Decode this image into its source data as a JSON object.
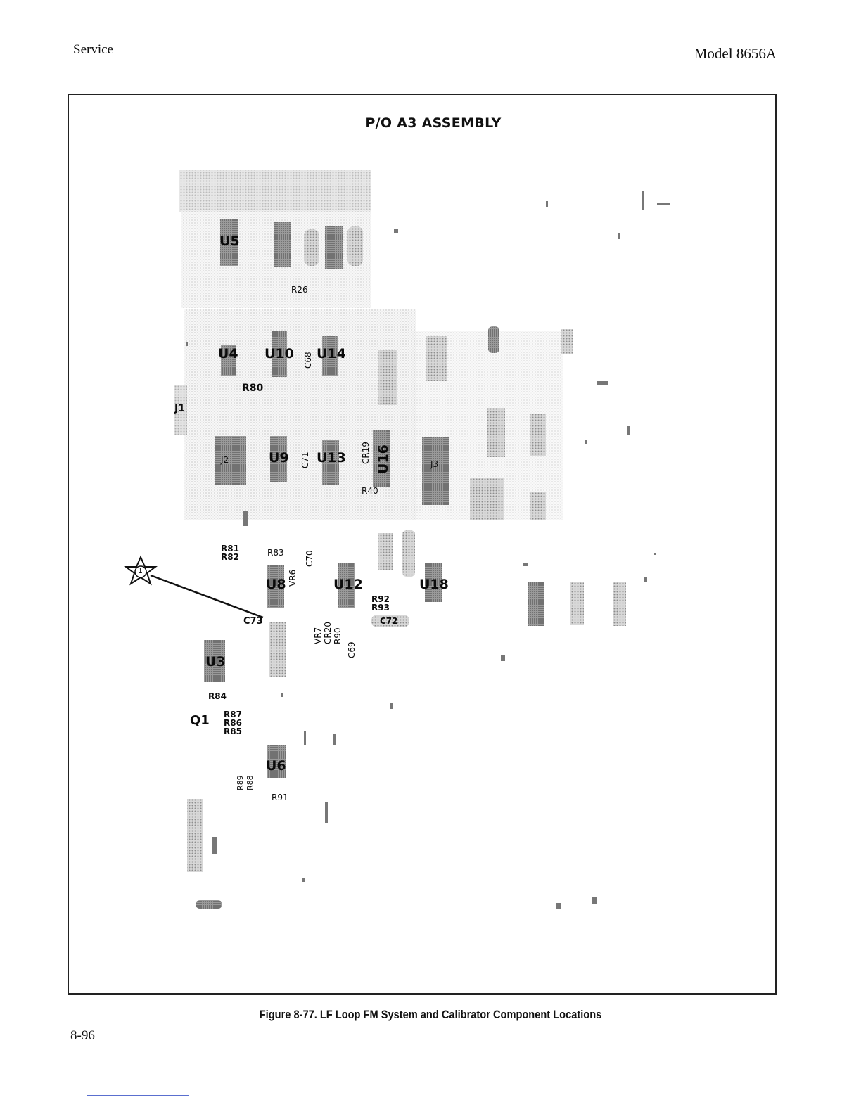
{
  "header": {
    "section": "Service",
    "model": "Model 8656A"
  },
  "figure": {
    "assembly_title": "P/O A3 ASSEMBLY",
    "caption": "Figure 8-77.  LF Loop FM System and Calibrator Component Locations",
    "callout_number": "1",
    "components": {
      "u5": "U5",
      "r26": "R26",
      "u4": "U4",
      "u10": "U10",
      "c68": "C68",
      "u14": "U14",
      "r80": "R80",
      "j1": "J1",
      "j2": "J2",
      "u9": "U9",
      "c71": "C71",
      "u13": "U13",
      "cr19": "CR19",
      "u16": "U16",
      "j3": "J3",
      "r40": "R40",
      "r81": "R81",
      "r82": "R82",
      "r83": "R83",
      "c70": "C70",
      "vr6": "VR6",
      "u8": "U8",
      "u12": "U12",
      "u18": "U18",
      "r92": "R92",
      "r93": "R93",
      "c73": "C73",
      "c72": "C72",
      "vr7": "VR7",
      "cr20": "CR20",
      "r90": "R90",
      "c69": "C69",
      "u3": "U3",
      "r84": "R84",
      "q1": "Q1",
      "r87": "R87",
      "r86": "R86",
      "r85": "R85",
      "u6": "U6",
      "r89": "R89",
      "r88": "R88",
      "r91": "R91"
    }
  },
  "footer": {
    "page_number": "8-96"
  }
}
